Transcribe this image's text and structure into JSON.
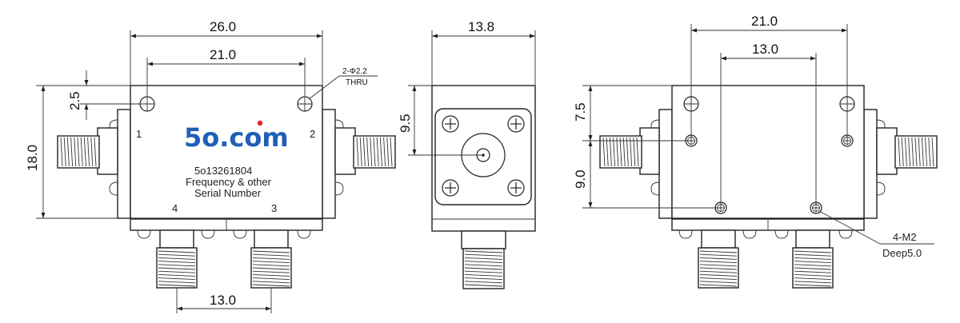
{
  "front_view": {
    "dim_width": "26.0",
    "dim_hole_spacing": "21.0",
    "dim_hole_offset": "2.5",
    "dim_height": "18.0",
    "dim_port_spacing": "13.0",
    "hole_note_line1": "2-Φ2.2",
    "hole_note_line2": "THRU",
    "port_1": "1",
    "port_2": "2",
    "port_3": "3",
    "port_4": "4",
    "logo": "5o.com",
    "part_number": "5o13261804",
    "label_line2": "Frequency & other",
    "label_line3": "Serial Number"
  },
  "side_view": {
    "dim_depth": "13.8",
    "dim_center_height": "9.5"
  },
  "back_view": {
    "dim_outer_spacing": "21.0",
    "dim_inner_spacing": "13.0",
    "dim_top_offset": "7.5",
    "dim_vertical_spacing": "9.0",
    "thread_note_line1": "4-M2",
    "thread_note_line2": "Deep5.0"
  },
  "colors": {
    "logo_blue": "#1f5fb8",
    "logo_dot_red": "#e0262d",
    "line": "#222222"
  }
}
